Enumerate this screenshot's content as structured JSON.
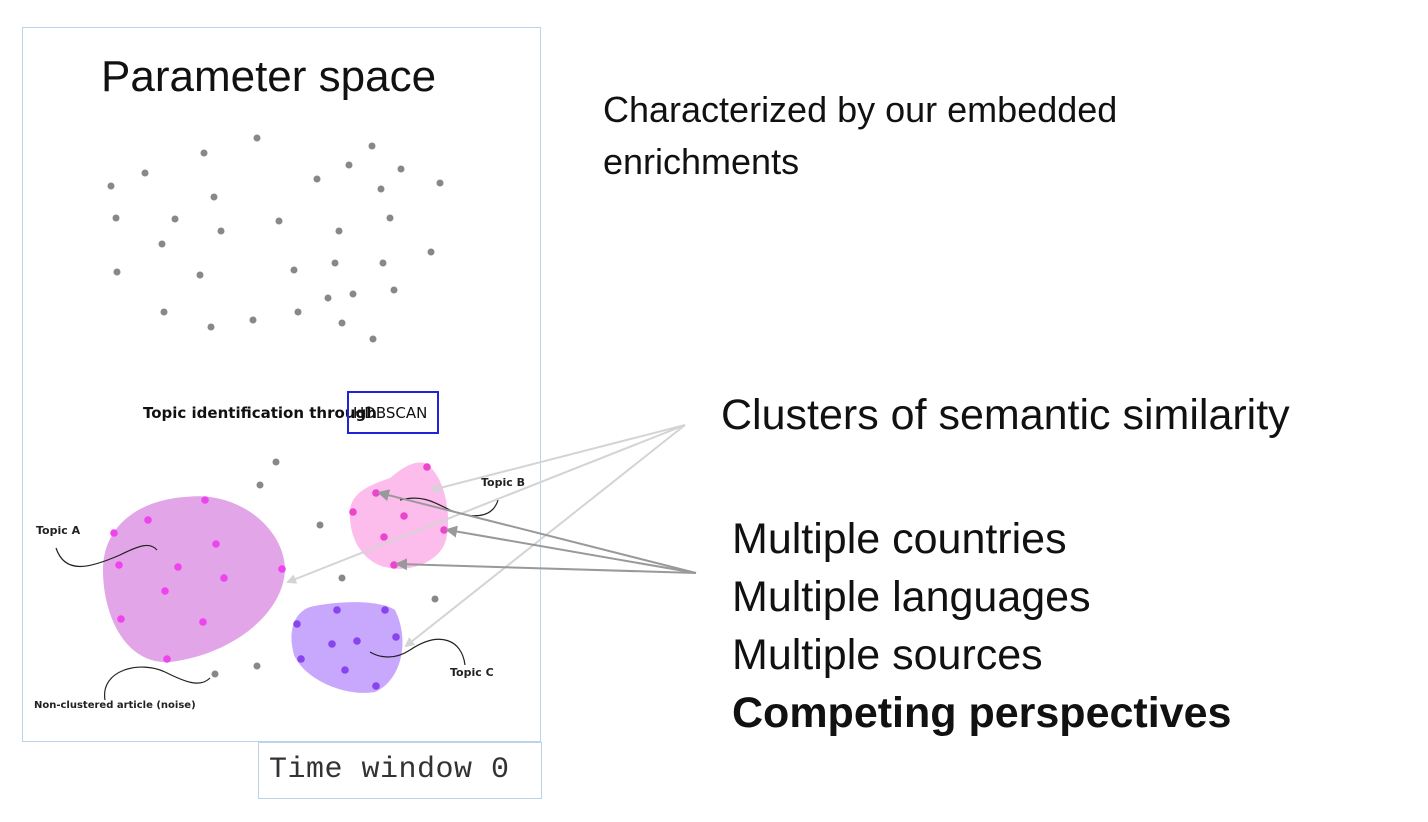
{
  "slide": {
    "parameter_space_title": "Parameter space",
    "time_window_label": "Time window 0",
    "right_heading": "Characterized by our embedded enrichments",
    "right_heading_lines": [
      "Characterized by our embedded",
      "enrichments"
    ],
    "clusters_label": "Clusters of semantic similarity",
    "list_items": [
      {
        "text": "Multiple countries",
        "bold": false
      },
      {
        "text": "Multiple languages",
        "bold": false
      },
      {
        "text": "Multiple sources",
        "bold": false
      },
      {
        "text": "Competing perspectives",
        "bold": true
      }
    ]
  },
  "diagram": {
    "hdbscan_prefix": "Topic identification through",
    "hdbscan_highlight": "HDBSCAN",
    "labels": {
      "topic_a": "Topic A",
      "topic_b": "Topic B",
      "topic_c": "Topic C",
      "noise": "Non-clustered article (noise)"
    },
    "colors": {
      "noise_point": "#888888",
      "topic_a_fill": "#e2a6e8",
      "topic_a_point": "#ee44ee",
      "topic_b_fill": "#fcbcec",
      "topic_b_point": "#ee44cc",
      "topic_c_fill": "#c8a8fc",
      "topic_c_point": "#8844ee",
      "highlight_box": "#2222dd",
      "arrow_light": "#d4d4d4",
      "arrow_dark": "#999999",
      "frame": "#bcd3ea"
    }
  }
}
